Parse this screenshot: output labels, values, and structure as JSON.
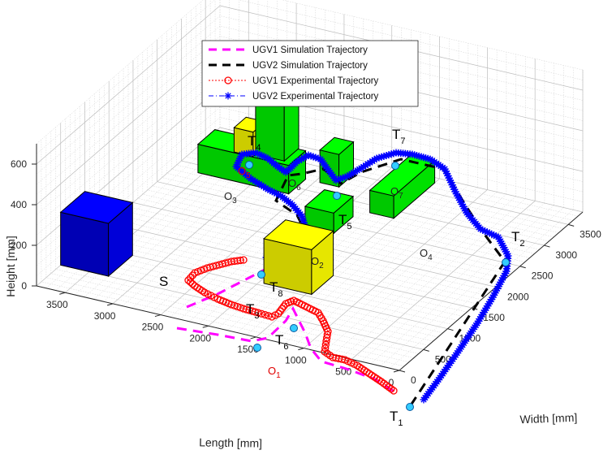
{
  "chart_data": {
    "type": "line3d",
    "xlabel": "Length [mm]",
    "ylabel": "Width [mm]",
    "zlabel": "Height [mm]",
    "xlim": [
      0,
      3800
    ],
    "ylim": [
      0,
      3800
    ],
    "zlim": [
      0,
      700
    ],
    "xticks": [
      "0",
      "500",
      "1000",
      "1500",
      "2000",
      "2500",
      "3000",
      "3500"
    ],
    "yticks": [
      "0",
      "500",
      "1000",
      "1500",
      "2000",
      "2500",
      "3000",
      "3500"
    ],
    "zticks": [
      "0",
      "200",
      "400",
      "600"
    ],
    "grid": true,
    "legend": {
      "location": "top",
      "entries": [
        {
          "label": "UGV1 Simulation Trajectory",
          "color": "#ff00ff",
          "style": "dashed"
        },
        {
          "label": "UGV2 Simulation Trajectory",
          "color": "#000000",
          "style": "dashed"
        },
        {
          "label": "UGV1 Experimental Trajectory",
          "color": "#ff0000",
          "style": "dotted-circle"
        },
        {
          "label": "UGV2 Experimental Trajectory",
          "color": "#0000ff",
          "style": "dashdot-star"
        }
      ]
    },
    "annotations": [
      {
        "base": "S",
        "sub": ""
      },
      {
        "base": "T",
        "sub": "1"
      },
      {
        "base": "T",
        "sub": "2"
      },
      {
        "base": "T",
        "sub": "3"
      },
      {
        "base": "T",
        "sub": "4"
      },
      {
        "base": "T",
        "sub": "5"
      },
      {
        "base": "T",
        "sub": "6"
      },
      {
        "base": "T",
        "sub": "7"
      },
      {
        "base": "T",
        "sub": "8"
      }
    ],
    "obstacles": [
      {
        "base": "O",
        "sub": "1",
        "color": "#ffff00"
      },
      {
        "base": "O",
        "sub": "2",
        "color": "#00ff00"
      },
      {
        "base": "O",
        "sub": "3",
        "color": "#00ff00"
      },
      {
        "base": "O",
        "sub": "4",
        "color": "#00ff00"
      },
      {
        "base": "O",
        "sub": "5",
        "color": "#ffff00"
      },
      {
        "base": "O",
        "sub": "6",
        "color": "#00ff00"
      },
      {
        "base": "O",
        "sub": "7",
        "color": "#00ff00"
      }
    ],
    "start_block_color": "#0000ff",
    "target_marker_color": "#33ccff"
  }
}
